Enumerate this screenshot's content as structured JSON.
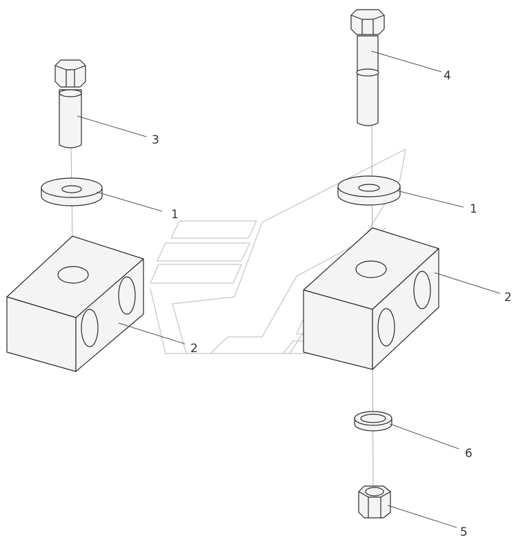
{
  "callouts": {
    "washer_left": "1",
    "washer_right": "1",
    "block_left": "2",
    "block_right": "2",
    "bolt_short": "3",
    "bolt_long": "4",
    "nut": "5",
    "small_washer": "6"
  },
  "colors": {
    "line": "#2a2a2a",
    "fill": "#f4f4f4",
    "watermark": "#c8c8c8"
  }
}
